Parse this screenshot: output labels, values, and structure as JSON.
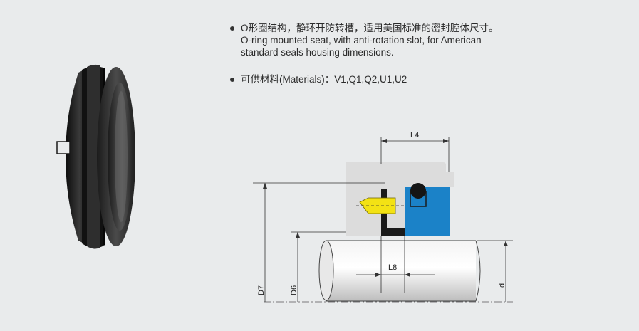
{
  "description": {
    "chinese": "O形圈结构，静环开防转槽，适用美国标准的密封腔体尺寸。",
    "english_line1": "O-ring mounted seat, with anti-rotation slot, for American",
    "english_line2": "standard seals housing dimensions."
  },
  "materials": {
    "text": "可供材料(Materials)：V1,Q1,Q2,U1,U2"
  },
  "drawing": {
    "dimensions": {
      "L4": "L4",
      "L8": "L8",
      "D7": "D7",
      "D6": "D6",
      "d": "d"
    }
  },
  "colors": {
    "background": "#e9ebec",
    "seat_blue": "#1b82c8",
    "pin_yellow": "#f3e214",
    "gland_gray": "#dcdcdc"
  }
}
